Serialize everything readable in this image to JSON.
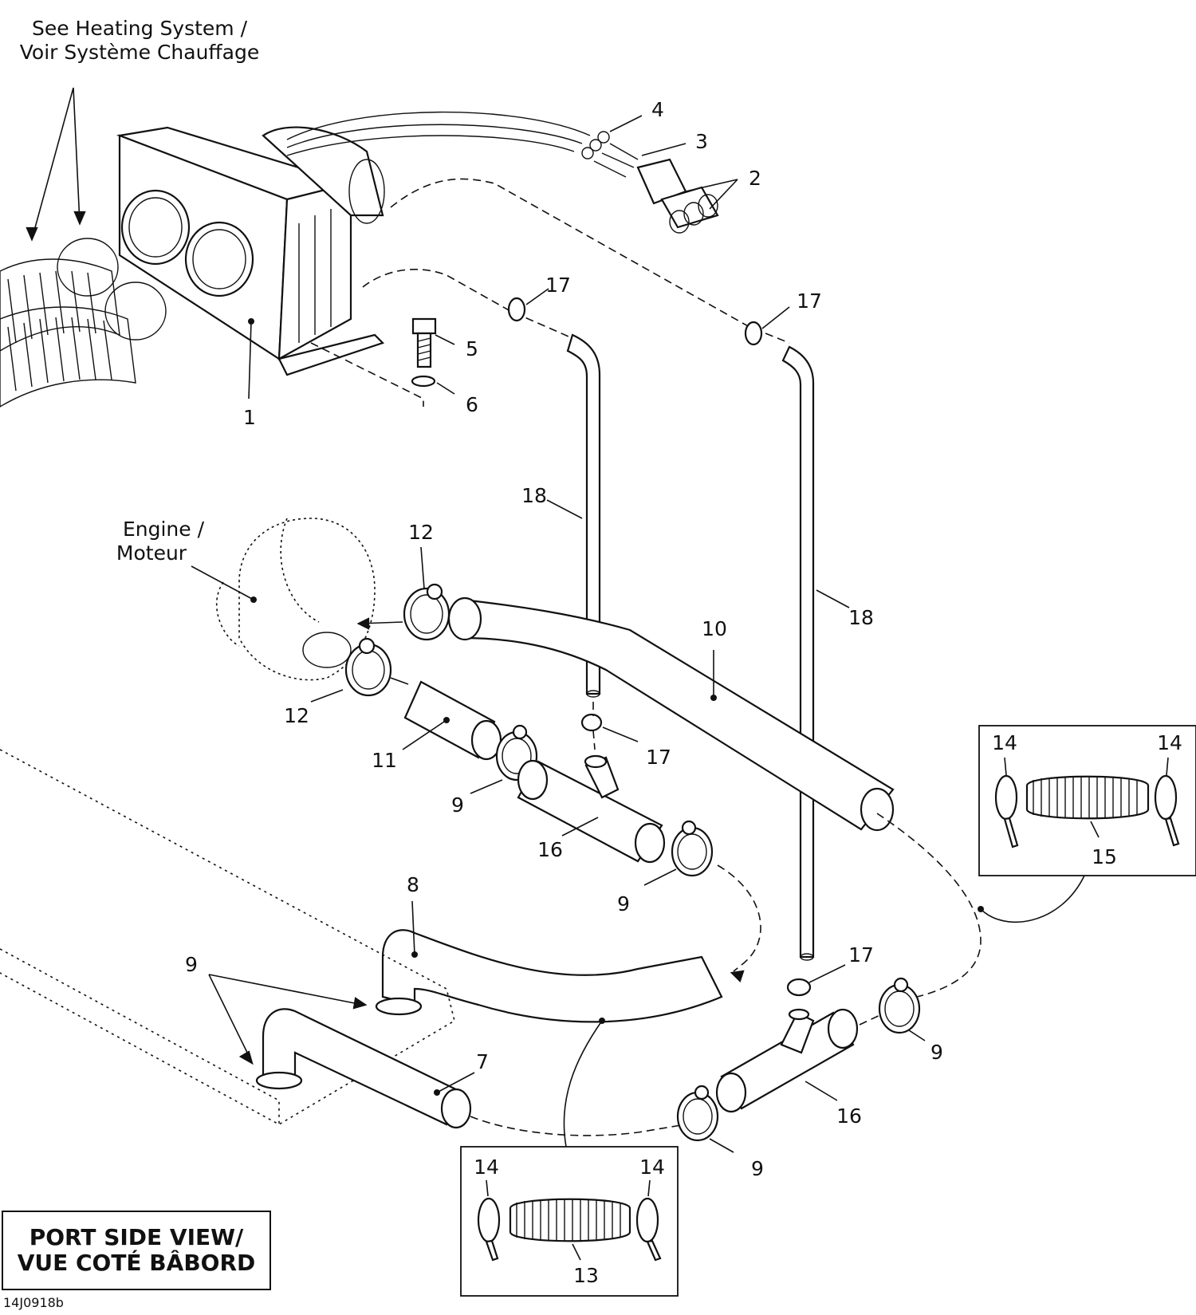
{
  "notes": {
    "heating_line1": "See Heating System /",
    "heating_line2": "Voir Système Chauffage",
    "engine_line1": "Engine /",
    "engine_line2": "Moteur"
  },
  "view_label": {
    "line1": "PORT SIDE VIEW/",
    "line2": "VUE COTÉ BÂBORD"
  },
  "figure_code": "14J0918b",
  "callouts": [
    "1",
    "2",
    "3",
    "4",
    "5",
    "6",
    "7",
    "8",
    "9",
    "10",
    "11",
    "12",
    "13",
    "14",
    "15",
    "16",
    "17",
    "18"
  ]
}
